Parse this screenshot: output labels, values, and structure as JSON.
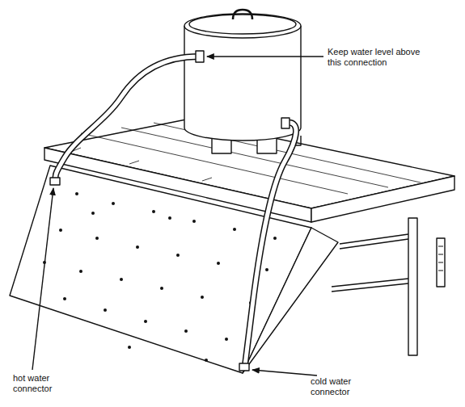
{
  "diagram": {
    "labels": [
      "Keep water level above this connection",
      "hot water connector",
      "cold water connector"
    ]
  }
}
